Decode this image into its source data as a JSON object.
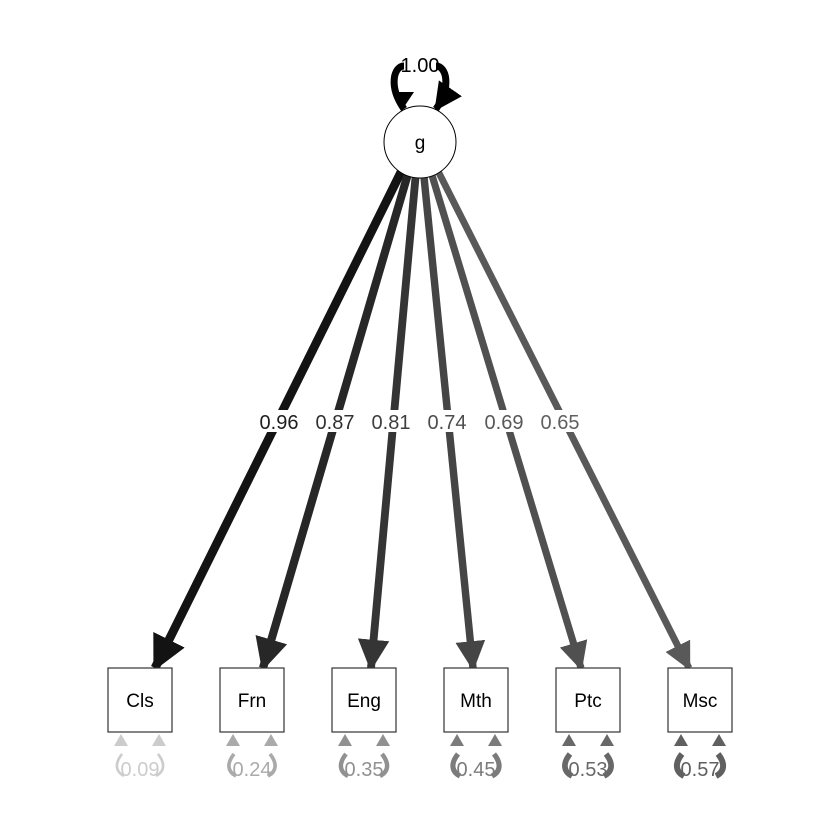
{
  "latent": {
    "label": "g",
    "variance": "1.00"
  },
  "indicators": [
    {
      "label": "Cls",
      "loading": "0.96",
      "residual": "0.09"
    },
    {
      "label": "Frn",
      "loading": "0.87",
      "residual": "0.24"
    },
    {
      "label": "Eng",
      "loading": "0.81",
      "residual": "0.35"
    },
    {
      "label": "Mth",
      "loading": "0.74",
      "residual": "0.45"
    },
    {
      "label": "Ptc",
      "loading": "0.69",
      "residual": "0.53"
    },
    {
      "label": "Msc",
      "loading": "0.65",
      "residual": "0.57"
    }
  ]
}
